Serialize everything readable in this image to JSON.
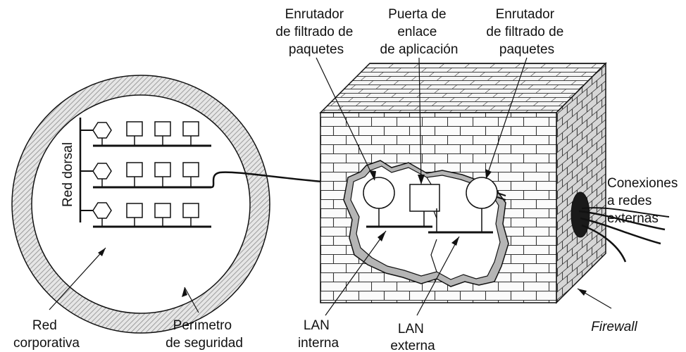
{
  "labels": {
    "backbone": "Red dorsal",
    "corporate_network": [
      "Red",
      "corporativa"
    ],
    "security_perimeter": [
      "Perímetro",
      "de seguridad"
    ],
    "inner_lan": [
      "LAN",
      "interna"
    ],
    "outer_lan": [
      "LAN",
      "externa"
    ],
    "firewall": "Firewall",
    "external_connections": [
      "Conexiones",
      "a redes",
      "externas"
    ],
    "packet_filter_router_left": [
      "Enrutador",
      "de filtrado de",
      "paquetes"
    ],
    "application_gateway": [
      "Puerta de",
      "enlace",
      "de aplicación"
    ],
    "packet_filter_router_right": [
      "Enrutador",
      "de filtrado de",
      "paquetes"
    ]
  },
  "colors": {
    "brick_face": "#fbfbfb",
    "mortar": "#333333",
    "side_face": "#cfcfcf",
    "perimeter_ring": "#bdbdbd",
    "rubble": "#b5b5b5",
    "ink": "#111111"
  }
}
